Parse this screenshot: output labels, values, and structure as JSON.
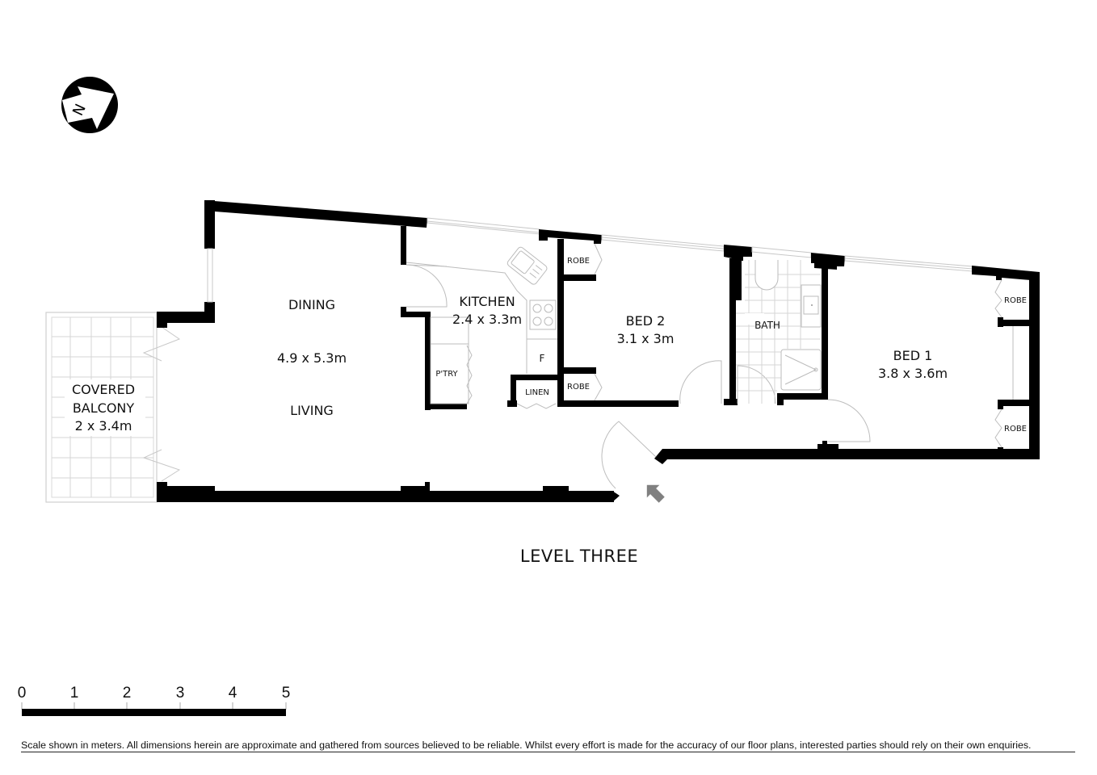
{
  "compass": {
    "label": "N",
    "icon": "north-arrow-icon"
  },
  "level_title": "LEVEL THREE",
  "rooms": [
    {
      "id": "balcony",
      "name_line1": "COVERED",
      "name_line2": "BALCONY",
      "dimensions": "2 x 3.4m"
    },
    {
      "id": "dining",
      "name": "DINING"
    },
    {
      "id": "living-dims",
      "dimensions": "4.9 x 5.3m"
    },
    {
      "id": "living",
      "name": "LIVING"
    },
    {
      "id": "kitchen",
      "name": "KITCHEN",
      "dimensions": "2.4 x 3.3m"
    },
    {
      "id": "pantry",
      "name": "P'TRY"
    },
    {
      "id": "fridge",
      "name": "F"
    },
    {
      "id": "linen",
      "name": "LINEN"
    },
    {
      "id": "bed2",
      "name": "BED 2",
      "dimensions": "3.1 x 3m"
    },
    {
      "id": "bed2-robe-top",
      "name": "ROBE"
    },
    {
      "id": "bed2-robe-bottom",
      "name": "ROBE"
    },
    {
      "id": "bath",
      "name": "BATH"
    },
    {
      "id": "bed1",
      "name": "BED 1",
      "dimensions": "3.8 x 3.6m"
    },
    {
      "id": "bed1-robe-top",
      "name": "ROBE"
    },
    {
      "id": "bed1-robe-bottom",
      "name": "ROBE"
    }
  ],
  "entry_arrow": {
    "icon": "entry-arrow-icon",
    "color": "#808080"
  },
  "scale_bar": {
    "unit": "meters",
    "ticks": [
      "0",
      "1",
      "2",
      "3",
      "4",
      "5"
    ]
  },
  "disclaimer": "Scale shown in meters. All dimensions herein are approximate and gathered from sources believed to be  reliable. Whilst every effort is made for the accuracy of our floor plans, interested parties should rely on their own enquiries."
}
